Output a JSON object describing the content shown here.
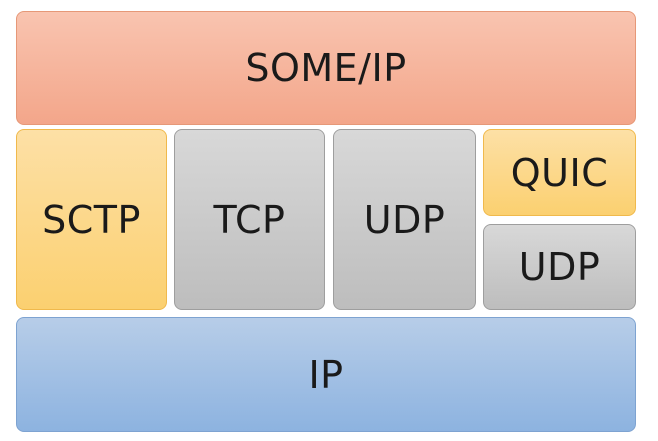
{
  "diagram": {
    "top_layer": {
      "label": "SOME/IP",
      "color": "#f3a68a"
    },
    "transport_layers": [
      {
        "label": "SCTP",
        "color": "#fbd070"
      },
      {
        "label": "TCP",
        "color": "#bdbdbd"
      },
      {
        "label": "UDP",
        "color": "#bdbdbd"
      }
    ],
    "stacked_right": {
      "upper": {
        "label": "QUIC",
        "color": "#fbd070"
      },
      "lower": {
        "label": "UDP",
        "color": "#bdbdbd"
      }
    },
    "bottom_layer": {
      "label": "IP",
      "color": "#8db3e0"
    }
  }
}
